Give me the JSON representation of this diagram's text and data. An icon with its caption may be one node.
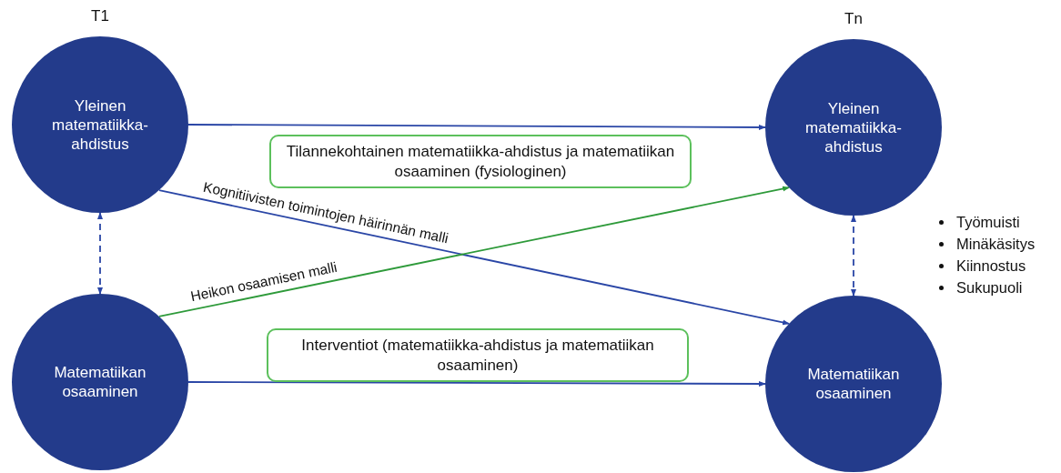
{
  "diagram": {
    "nodes": [
      {
        "text": [
          "Yleinen matematiikka-ahdistus"
        ],
        "beside": [
          "T1"
        ]
      },
      {
        "text": [
          "Yleinen matematiikka-ahdistus"
        ],
        "beside": [
          "Tn"
        ]
      },
      {
        "text": [
          "Tilannekohtainen matematiikka-ahdistus ja matematiikan osaaminen (fysiologinen)"
        ]
      },
      {
        "text": [
          "Matematiikan osaaminen"
        ]
      },
      {
        "text": [
          "Interventiot (matematiikka-ahdistus ja matematiikan osaaminen)"
        ]
      },
      {
        "text": [
          "Matematiikan osaaminen"
        ]
      }
    ],
    "edges": [
      {
        "from": 0,
        "to": 1,
        "arrow": "to"
      },
      {
        "from": 0,
        "to": 5,
        "arrow": "to",
        "label": "Kognitiivisten toimintojen häirinnän malli"
      },
      {
        "from": 3,
        "to": 1,
        "arrow": "to",
        "label": "Heikon osaamisen malli",
        "color": "#2e9a3a"
      },
      {
        "from": 3,
        "to": 5,
        "arrow": "to"
      },
      {
        "from": 0,
        "to": 3,
        "arrow": "both",
        "style": "dashed"
      },
      {
        "from": 1,
        "to": 5,
        "arrow": "both",
        "style": "dashed"
      }
    ],
    "labels": [
      "Työmuisti",
      "Minäkäsitys",
      "Kiinnostus",
      "Sukupuoli"
    ]
  }
}
